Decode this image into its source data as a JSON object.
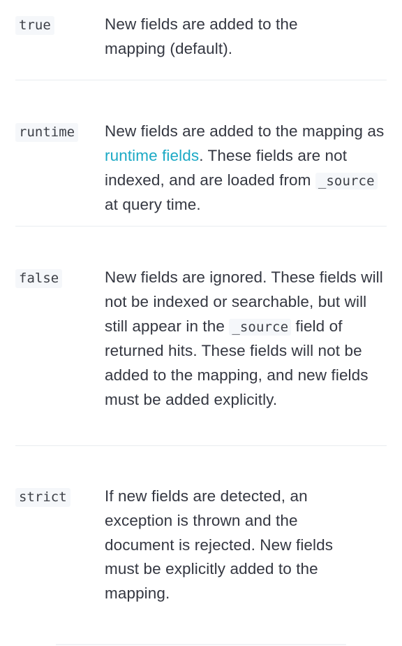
{
  "rows": [
    {
      "term": "true",
      "desc": "New fields are added to the mapping (default)."
    },
    {
      "term": "runtime",
      "desc_before": "New fields are added to the mapping as ",
      "link": "runtime fields",
      "desc_mid": ". These fields are not indexed, and are loaded from ",
      "code": "_source",
      "desc_after": " at query time."
    },
    {
      "term": "false",
      "desc_before": "New fields are ignored. These fields will not be indexed or searchable, but will still appear in the ",
      "code": "_source",
      "desc_after": " field of returned hits. These fields will not be added to the mapping, and new fields must be added explicitly."
    },
    {
      "term": "strict",
      "desc": "If new fields are detected, an exception is thrown and the document is rejected. New fields must be explicitly added to the mapping."
    }
  ],
  "colors": {
    "text": "#343741",
    "link": "#1ba9c5",
    "code_bg": "#f5f7fa",
    "divider": "#e9ecf0"
  }
}
